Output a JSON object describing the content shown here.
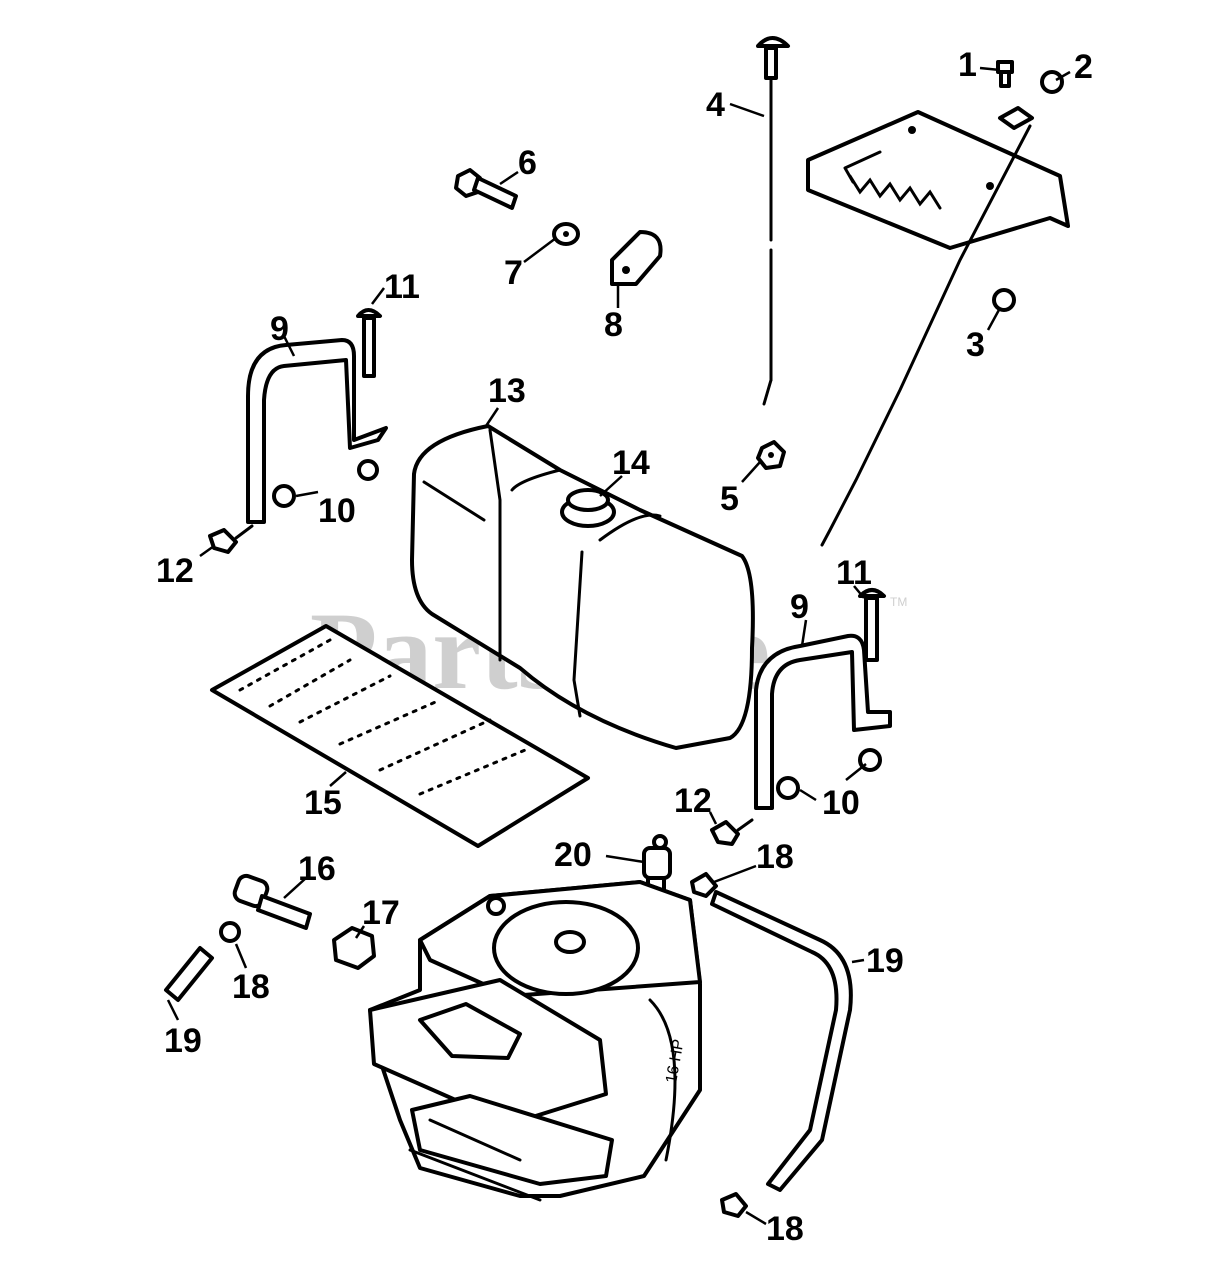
{
  "watermark": {
    "text": "PartsTree",
    "trademark": "TM"
  },
  "engine_marking": "16 HP",
  "callouts": [
    "1",
    "2",
    "3",
    "4",
    "5",
    "6",
    "7",
    "8",
    "9",
    "10",
    "11",
    "12",
    "13",
    "14",
    "15",
    "16",
    "17",
    "18",
    "19",
    "20"
  ],
  "callout_9b": "9",
  "callout_10b": "10",
  "callout_11b": "11",
  "callout_12b": "12",
  "callout_18b": "18",
  "callout_18c": "18",
  "callout_19b": "19"
}
